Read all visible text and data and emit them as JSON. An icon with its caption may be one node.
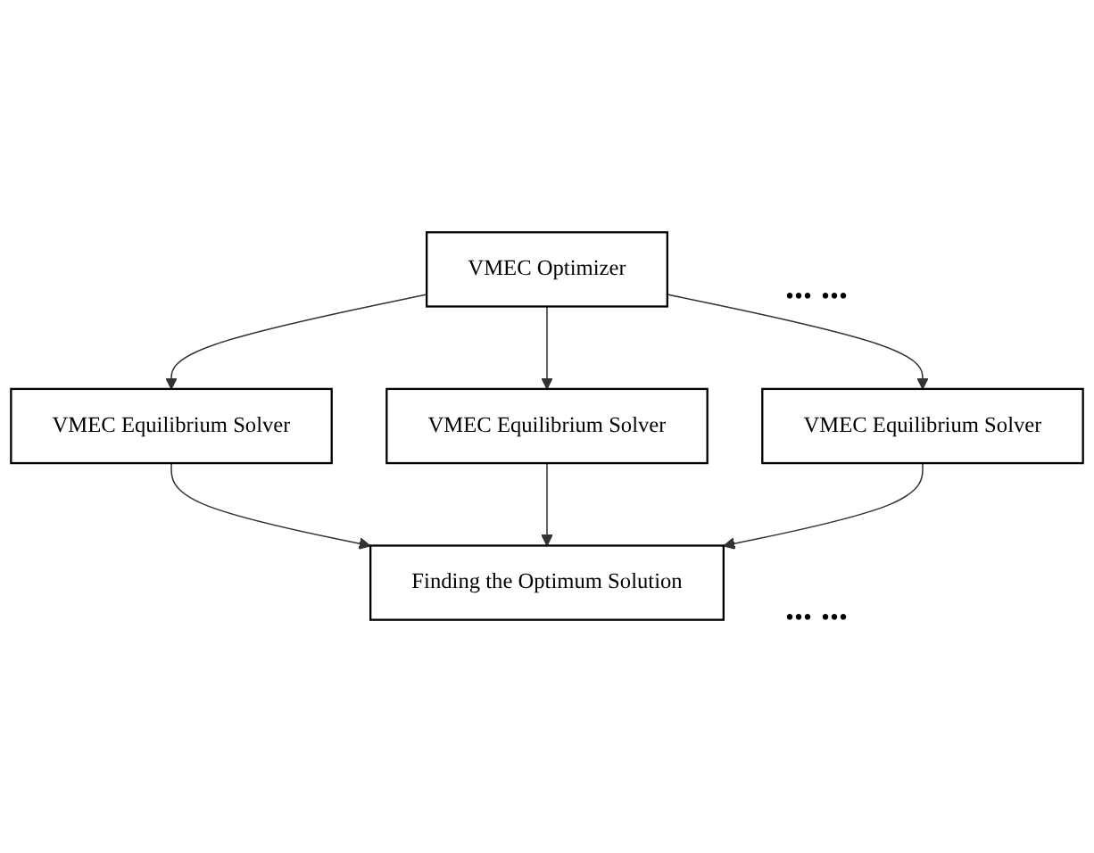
{
  "diagram": {
    "nodes": [
      {
        "text": [
          "VMEC Optimizer"
        ]
      },
      {
        "text": [
          "VMEC Equilibrium Solver"
        ]
      },
      {
        "text": [
          "VMEC Equilibrium Solver"
        ]
      },
      {
        "text": [
          "VMEC Equilibrium Solver"
        ]
      },
      {
        "text": [
          "Finding the Optimum Solution"
        ]
      }
    ],
    "edges": [
      {
        "from": 0,
        "to": 1,
        "arrow": "to"
      },
      {
        "from": 0,
        "to": 2,
        "arrow": "to"
      },
      {
        "from": 0,
        "to": 3,
        "arrow": "to"
      },
      {
        "from": 1,
        "to": 4,
        "arrow": "to"
      },
      {
        "from": 2,
        "to": 4,
        "arrow": "to"
      },
      {
        "from": 3,
        "to": 4,
        "arrow": "to"
      }
    ],
    "labels": [
      "... ...",
      "... ..."
    ]
  }
}
